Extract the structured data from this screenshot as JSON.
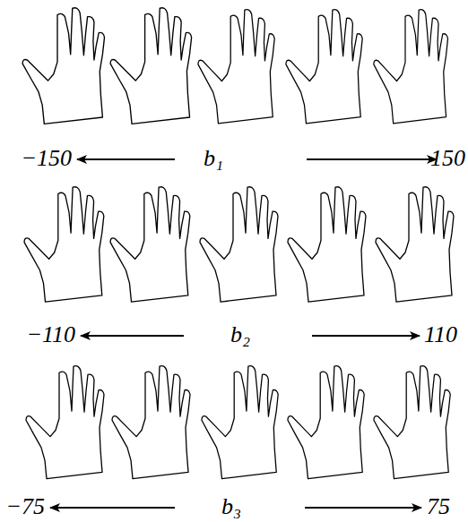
{
  "diagram": {
    "labels": [
      "−150",
      "b₁",
      "150",
      "−110",
      "b₂",
      "110",
      "−75",
      "b₃",
      "75"
    ]
  }
}
